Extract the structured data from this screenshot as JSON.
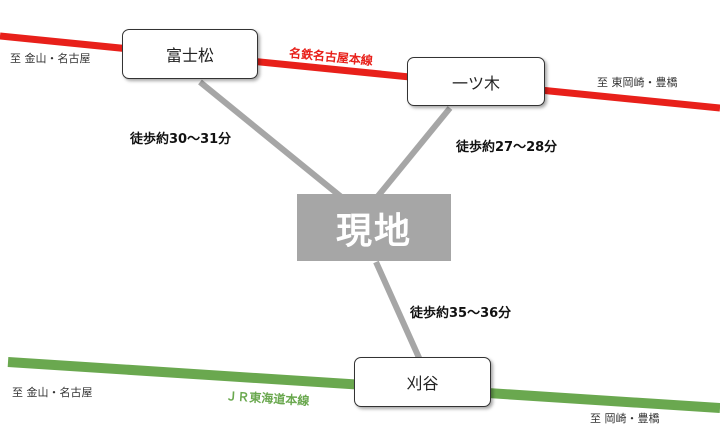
{
  "lines": {
    "meitetsu": {
      "name": "名鉄名古屋本線",
      "color": "#e8201a"
    },
    "jr": {
      "name": "ＪＲ東海道本線",
      "color": "#6aa84f"
    }
  },
  "walk_path_color": "#a6a6a6",
  "stations": {
    "fujimatsu": "富士松",
    "hitotsugi": "一ツ木",
    "kariya": "刈谷"
  },
  "current_location": "現地",
  "walk_times": {
    "fujimatsu": "徒歩約30～31分",
    "hitotsugi": "徒歩約27～28分",
    "kariya": "徒歩約35～36分"
  },
  "directions": {
    "meitetsu_west": "至 金山・名古屋",
    "meitetsu_east": "至 東岡崎・豊橋",
    "jr_west": "至 金山・名古屋",
    "jr_east": "至 岡崎・豊橋"
  }
}
